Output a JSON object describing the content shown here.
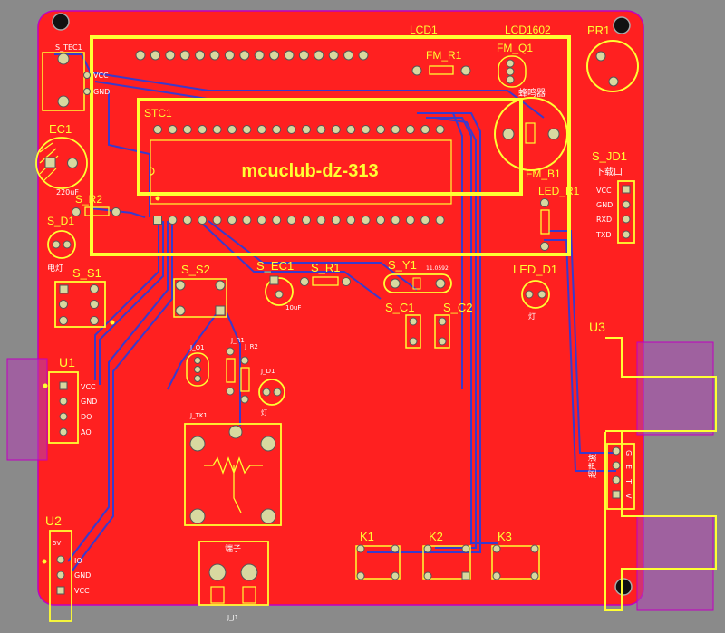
{
  "title_text": "mcuclub-dz-313",
  "components": {
    "lcd1": "LCD1",
    "lcd1602": "LCD1602",
    "pr1": "PR1",
    "fm_r1": "FM_R1",
    "fm_q1": "FM_Q1",
    "fm_q1_note": "蜂鸣器",
    "s_tec1": "S_TEC1",
    "s_tec1_vcc": "VCC",
    "s_tec1_gnd": "GND",
    "ec1": "EC1",
    "ec1_value": "220uF",
    "stc1": "STC1",
    "s_r2": "S_R2",
    "s_d1": "S_D1",
    "s_d1_note": "电灯",
    "s_s1": "S_S1",
    "s_jd1": "S_JD1",
    "s_jd1_note": "下载口",
    "jd_pins": [
      "VCC",
      "GND",
      "RXD",
      "TXD"
    ],
    "fm_b1": "FM_B1",
    "led_r1": "LED_R1",
    "led_d1": "LED_D1",
    "led_d1_note": "灯",
    "s_s2": "S_S2",
    "s_ec1": "S_EC1",
    "s_ec1_value": "10uF",
    "s_r1": "S_R1",
    "s_y1": "S_Y1",
    "s_y1_value": "11.0592",
    "s_c1": "S_C1",
    "s_c2": "S_C2",
    "u1": "U1",
    "u1_pins": [
      "VCC",
      "GND",
      "DO",
      "AO"
    ],
    "u2": "U2",
    "u2_pins": [
      "IO",
      "GND",
      "VCC"
    ],
    "u2_note": "5V",
    "u3": "U3",
    "u3_note": "超声波",
    "u3_pins": [
      "G",
      "E",
      "T",
      "V"
    ],
    "j_q1": "J_Q1",
    "j_r1": "J_R1",
    "j_r2": "J_R2",
    "j_d1": "J_D1",
    "j_d1_note": "灯",
    "j_tk1": "J_TK1",
    "j_j1": "J_J1",
    "terminal_note": "端子",
    "k1": "K1",
    "k2": "K2",
    "k3": "K3"
  },
  "colors": {
    "background": "#8a8a8a",
    "board": "#ff2020",
    "silkscreen": "#ffff33",
    "bottom_trace": "#3a3acc",
    "pad": "#d8d8a0",
    "keepout": "#c000c0"
  }
}
